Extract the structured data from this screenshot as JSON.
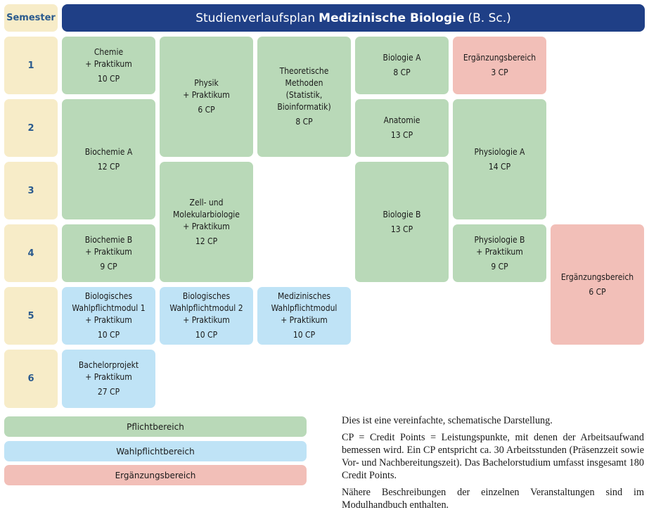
{
  "header": {
    "semester_label": "Semester",
    "title_prefix": "Studienverlaufsplan",
    "title_bold": "Medizinische Biologie",
    "title_suffix": "(B. Sc.)"
  },
  "semesters": [
    "1",
    "2",
    "3",
    "4",
    "5",
    "6"
  ],
  "modules": [
    {
      "id": "chemie",
      "name": "Chemie\n+ Praktikum",
      "cp": "10 CP",
      "area": "Pflichtbereich",
      "color": "#b9d9b8"
    },
    {
      "id": "physik",
      "name": "Physik\n+ Praktikum",
      "cp": "6 CP",
      "area": "Pflichtbereich",
      "color": "#b9d9b8"
    },
    {
      "id": "theoretische-methoden",
      "name": "Theoretische\nMethoden\n(Statistik,\nBioinformatik)",
      "cp": "8 CP",
      "area": "Pflichtbereich",
      "color": "#b9d9b8"
    },
    {
      "id": "biologie-a",
      "name": "Biologie A",
      "cp": "8 CP",
      "area": "Pflichtbereich",
      "color": "#b9d9b8"
    },
    {
      "id": "ergaenzung-1",
      "name": "Ergänzungsbereich",
      "cp": "3 CP",
      "area": "Ergänzungsbereich",
      "color": "#f2bfb8"
    },
    {
      "id": "biochemie-a",
      "name": "Biochemie A",
      "cp": "12 CP",
      "area": "Pflichtbereich",
      "color": "#b9d9b8"
    },
    {
      "id": "anatomie",
      "name": "Anatomie",
      "cp": "13 CP",
      "area": "Pflichtbereich",
      "color": "#b9d9b8"
    },
    {
      "id": "physiologie-a",
      "name": "Physiologie A",
      "cp": "14 CP",
      "area": "Pflichtbereich",
      "color": "#b9d9b8"
    },
    {
      "id": "zell-molekularbiologie",
      "name": "Zell- und\nMolekularbiologie\n+ Praktikum",
      "cp": "12 CP",
      "area": "Pflichtbereich",
      "color": "#b9d9b8"
    },
    {
      "id": "biologie-b",
      "name": "Biologie B",
      "cp": "13 CP",
      "area": "Pflichtbereich",
      "color": "#b9d9b8"
    },
    {
      "id": "biochemie-b",
      "name": "Biochemie B\n+ Praktikum",
      "cp": "9 CP",
      "area": "Pflichtbereich",
      "color": "#b9d9b8"
    },
    {
      "id": "physiologie-b",
      "name": "Physiologie B\n+ Praktikum",
      "cp": "9 CP",
      "area": "Pflichtbereich",
      "color": "#b9d9b8"
    },
    {
      "id": "ergaenzung-2",
      "name": "Ergänzungsbereich",
      "cp": "6 CP",
      "area": "Ergänzungsbereich",
      "color": "#f2bfb8"
    },
    {
      "id": "bio-wahlpflicht-1",
      "name": "Biologisches\nWahlpflichtmodul 1\n+ Praktikum",
      "cp": "10 CP",
      "area": "Wahlpflichtbereich",
      "color": "#bfe3f6"
    },
    {
      "id": "bio-wahlpflicht-2",
      "name": "Biologisches\nWahlpflichtmodul 2\n+ Praktikum",
      "cp": "10 CP",
      "area": "Wahlpflichtbereich",
      "color": "#bfe3f6"
    },
    {
      "id": "med-wahlpflicht",
      "name": "Medizinisches\nWahlpflichtmodul\n+ Praktikum",
      "cp": "10 CP",
      "area": "Wahlpflichtbereich",
      "color": "#bfe3f6"
    },
    {
      "id": "bachelorprojekt",
      "name": "Bachelorprojekt\n+ Praktikum",
      "cp": "27 CP",
      "area": "Wahlpflichtbereich",
      "color": "#bfe3f6"
    }
  ],
  "legend": [
    {
      "label": "Pflichtbereich",
      "color": "#b9d9b8"
    },
    {
      "label": "Wahlpflichtbereich",
      "color": "#bfe3f6"
    },
    {
      "label": "Ergänzungsbereich",
      "color": "#f2bfb8"
    }
  ],
  "notes": [
    "Dies ist eine vereinfachte, schematische Darstellung.",
    "CP = Credit Points = Leistungspunkte, mit denen der Arbeitsaufwand bemessen wird. Ein CP entspricht ca. 30 Arbeitsstunden (Präsenzzeit sowie Vor- und Nachbereitungszeit). Das Bachelorstudium umfasst insgesamt 180 Credit Points.",
    "Nähere Beschreibungen der einzelnen Veranstaltungen sind im Modulhandbuch enthalten."
  ],
  "colors": {
    "title_bar": "#1f3f86",
    "semester_cell": "#f7ecc8",
    "semester_text": "#2a5a8e"
  }
}
